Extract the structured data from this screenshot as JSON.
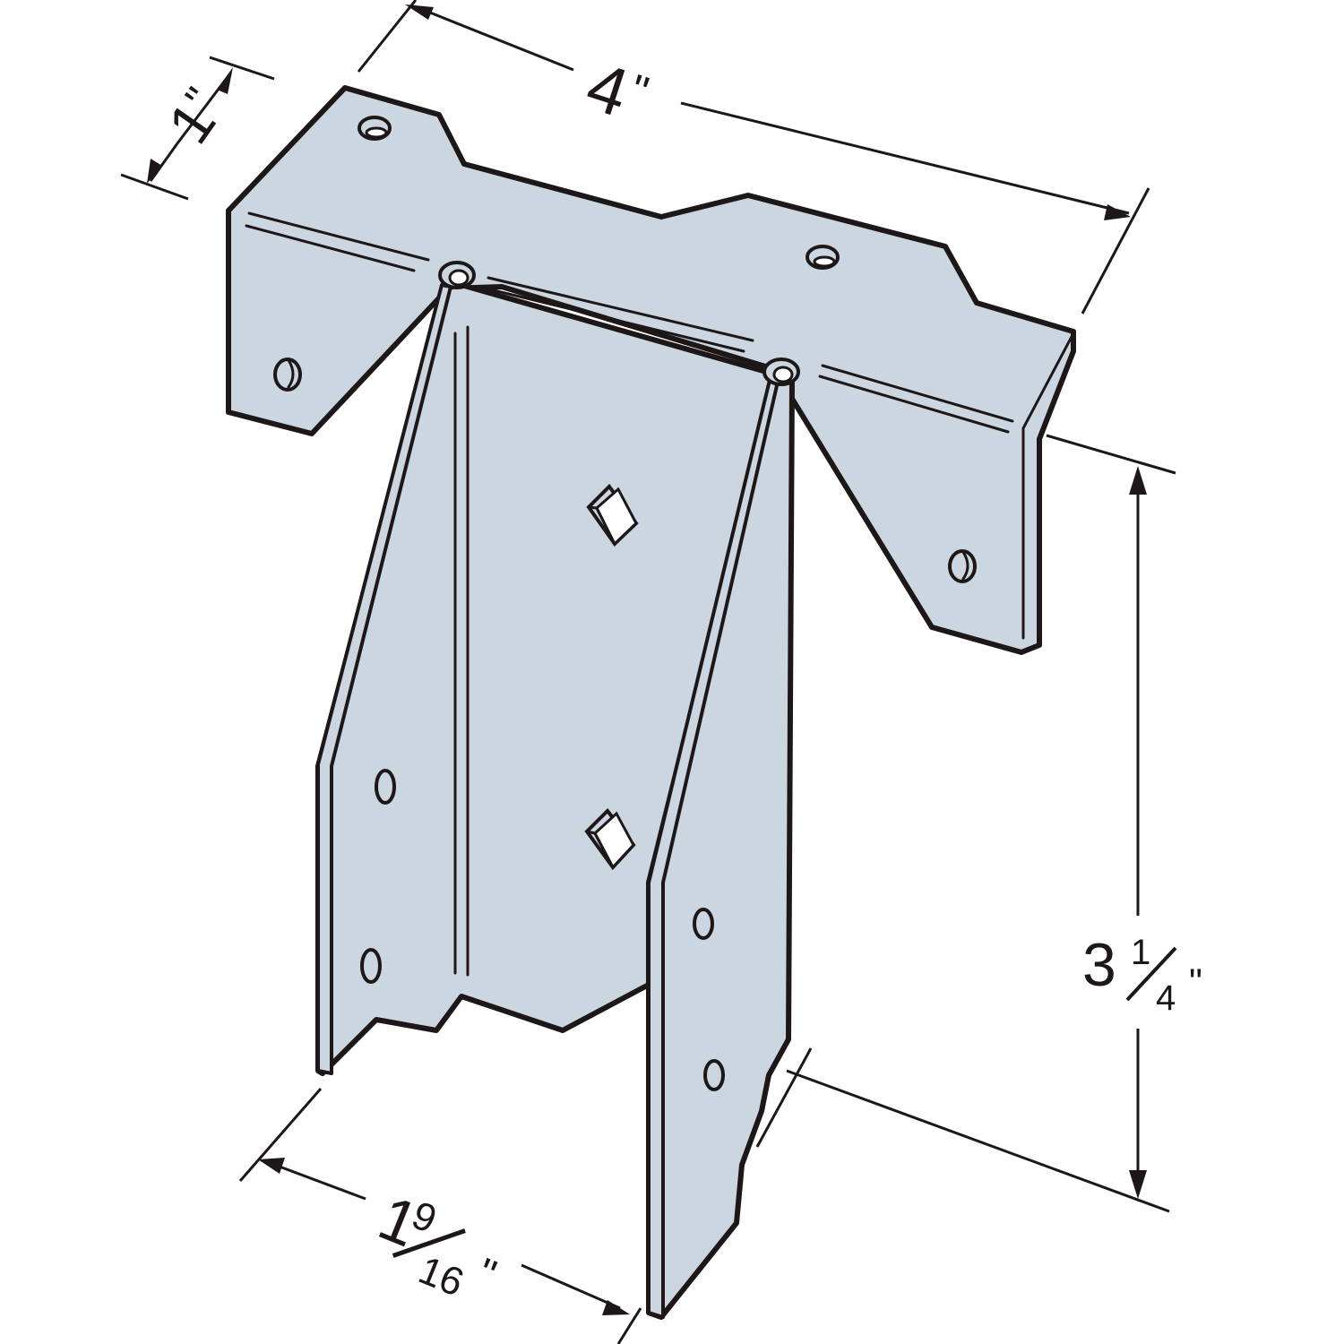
{
  "diagram": {
    "subject": "Galvanized steel connector bracket (isometric view)",
    "colors": {
      "metal_fill": "#ccd6e1",
      "outline": "#1d1718",
      "background": "#ffffff"
    },
    "dimensions": {
      "flange_depth": {
        "whole": "1",
        "unit": "\"",
        "label": "1\""
      },
      "overall_width": {
        "whole": "4",
        "unit": "\"",
        "label": "4\""
      },
      "height": {
        "whole": "3",
        "numerator": "1",
        "denominator": "4",
        "unit": "\"",
        "label": "3 1/4\""
      },
      "seat_width": {
        "whole": "1",
        "numerator": "9",
        "denominator": "16",
        "unit": "\"",
        "label": "1 9/16\""
      }
    },
    "features": {
      "round_holes_top_flange": 2,
      "round_holes_top_flange_dimpled": 2,
      "oval_holes_legs": 6,
      "diamond_holes_web": 2
    }
  }
}
